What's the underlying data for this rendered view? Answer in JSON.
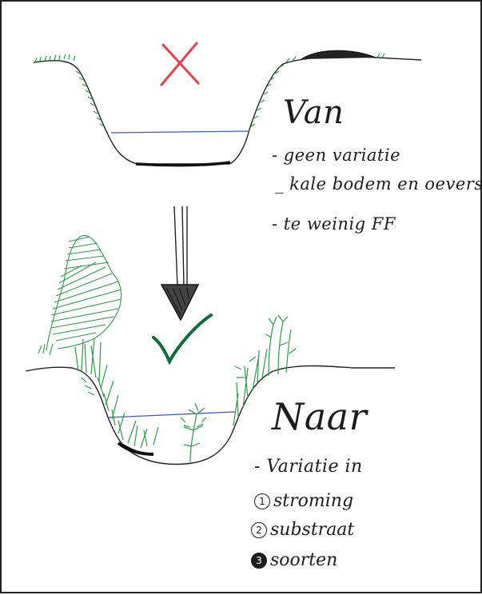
{
  "top": {
    "title": "Van",
    "items": [
      "- geen variatie",
      "_ kale bodem en oevers",
      "- te weinig FF"
    ]
  },
  "bottom": {
    "title": "Naar",
    "heading": "- Variatie in",
    "items": [
      {
        "number": "1",
        "label": "stroming"
      },
      {
        "number": "2",
        "label": "substraat"
      },
      {
        "number": "3",
        "label": "soorten"
      }
    ]
  },
  "colors": {
    "ink": "#1c1c1c",
    "cross": "#e8404f",
    "check": "#0f6b3a",
    "vegetation": "#2f9a4c",
    "water": "#3b57c8"
  }
}
